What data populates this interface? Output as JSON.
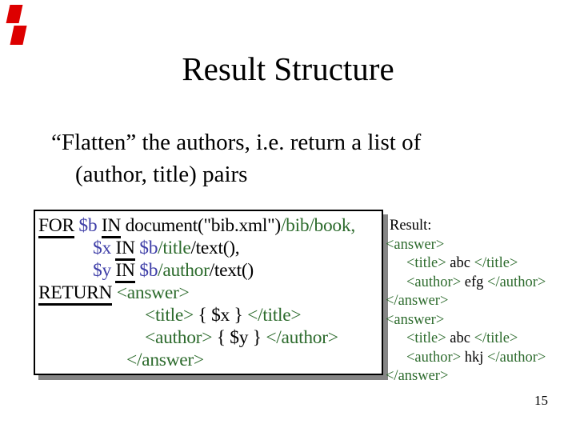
{
  "slide": {
    "title": "Result Structure",
    "body_lines": {
      "line1": "“Flatten” the authors, i.e. return a list of",
      "line2": "(author, title) pairs"
    },
    "page_number": "15"
  },
  "colors": {
    "accent_red": "#dd0000",
    "variable": "#3f3fa8",
    "xml_tag": "#2d6b2d",
    "box_shadow": "#858585"
  },
  "code_box": {
    "lines": [
      {
        "indent": 0,
        "tokens": [
          {
            "text": "FOR",
            "style": "kw"
          },
          {
            "text": " ",
            "style": "plain"
          },
          {
            "text": "$b",
            "style": "var"
          },
          {
            "text": " ",
            "style": "plain"
          },
          {
            "text": "IN",
            "style": "kw"
          },
          {
            "text": " document(\"bib.xml\")",
            "style": "plain"
          },
          {
            "text": "/bib/book,",
            "style": "tag"
          }
        ]
      },
      {
        "indent": 68,
        "tokens": [
          {
            "text": "$x",
            "style": "var"
          },
          {
            "text": " ",
            "style": "plain"
          },
          {
            "text": "IN",
            "style": "kw"
          },
          {
            "text": " ",
            "style": "plain"
          },
          {
            "text": "$b",
            "style": "var"
          },
          {
            "text": "/title",
            "style": "tag"
          },
          {
            "text": "/text(),",
            "style": "plain"
          }
        ]
      },
      {
        "indent": 68,
        "tokens": [
          {
            "text": "$y",
            "style": "var"
          },
          {
            "text": " ",
            "style": "plain"
          },
          {
            "text": "IN",
            "style": "kw"
          },
          {
            "text": " ",
            "style": "plain"
          },
          {
            "text": "$b",
            "style": "var"
          },
          {
            "text": "/author",
            "style": "tag"
          },
          {
            "text": "/text()",
            "style": "plain"
          }
        ]
      },
      {
        "indent": 0,
        "tokens": [
          {
            "text": "RETURN",
            "style": "kw"
          },
          {
            "text": " ",
            "style": "plain"
          },
          {
            "text": "<answer>",
            "style": "tag"
          }
        ]
      },
      {
        "indent": 133,
        "tokens": [
          {
            "text": "<title>",
            "style": "tag"
          },
          {
            "text": " { $x } ",
            "style": "plain"
          },
          {
            "text": "</title>",
            "style": "tag"
          }
        ]
      },
      {
        "indent": 133,
        "tokens": [
          {
            "text": "<author>",
            "style": "tag"
          },
          {
            "text": " { $y } ",
            "style": "plain"
          },
          {
            "text": "</author>",
            "style": "tag"
          }
        ]
      },
      {
        "indent": 110,
        "tokens": [
          {
            "text": "</answer>",
            "style": "tag"
          }
        ]
      }
    ]
  },
  "result_panel": {
    "label": "Result:",
    "lines": [
      {
        "indent": 0,
        "tokens": [
          {
            "text": "<answer>",
            "style": "tag"
          }
        ]
      },
      {
        "indent": 26,
        "tokens": [
          {
            "text": "<title>",
            "style": "tag"
          },
          {
            "text": " abc ",
            "style": "plain"
          },
          {
            "text": "</title>",
            "style": "tag"
          }
        ]
      },
      {
        "indent": 26,
        "tokens": [
          {
            "text": "<author>",
            "style": "tag"
          },
          {
            "text": " efg ",
            "style": "plain"
          },
          {
            "text": "</author>",
            "style": "tag"
          }
        ]
      },
      {
        "indent": 0,
        "tokens": [
          {
            "text": "</answer>",
            "style": "tag"
          }
        ]
      },
      {
        "indent": 0,
        "tokens": [
          {
            "text": "<answer>",
            "style": "tag"
          }
        ]
      },
      {
        "indent": 26,
        "tokens": [
          {
            "text": "<title>",
            "style": "tag"
          },
          {
            "text": " abc ",
            "style": "plain"
          },
          {
            "text": "</title>",
            "style": "tag"
          }
        ]
      },
      {
        "indent": 26,
        "tokens": [
          {
            "text": "<author>",
            "style": "tag"
          },
          {
            "text": " hkj ",
            "style": "plain"
          },
          {
            "text": "</author>",
            "style": "tag"
          }
        ]
      },
      {
        "indent": 0,
        "tokens": [
          {
            "text": "</answer>",
            "style": "tag"
          }
        ]
      }
    ]
  }
}
